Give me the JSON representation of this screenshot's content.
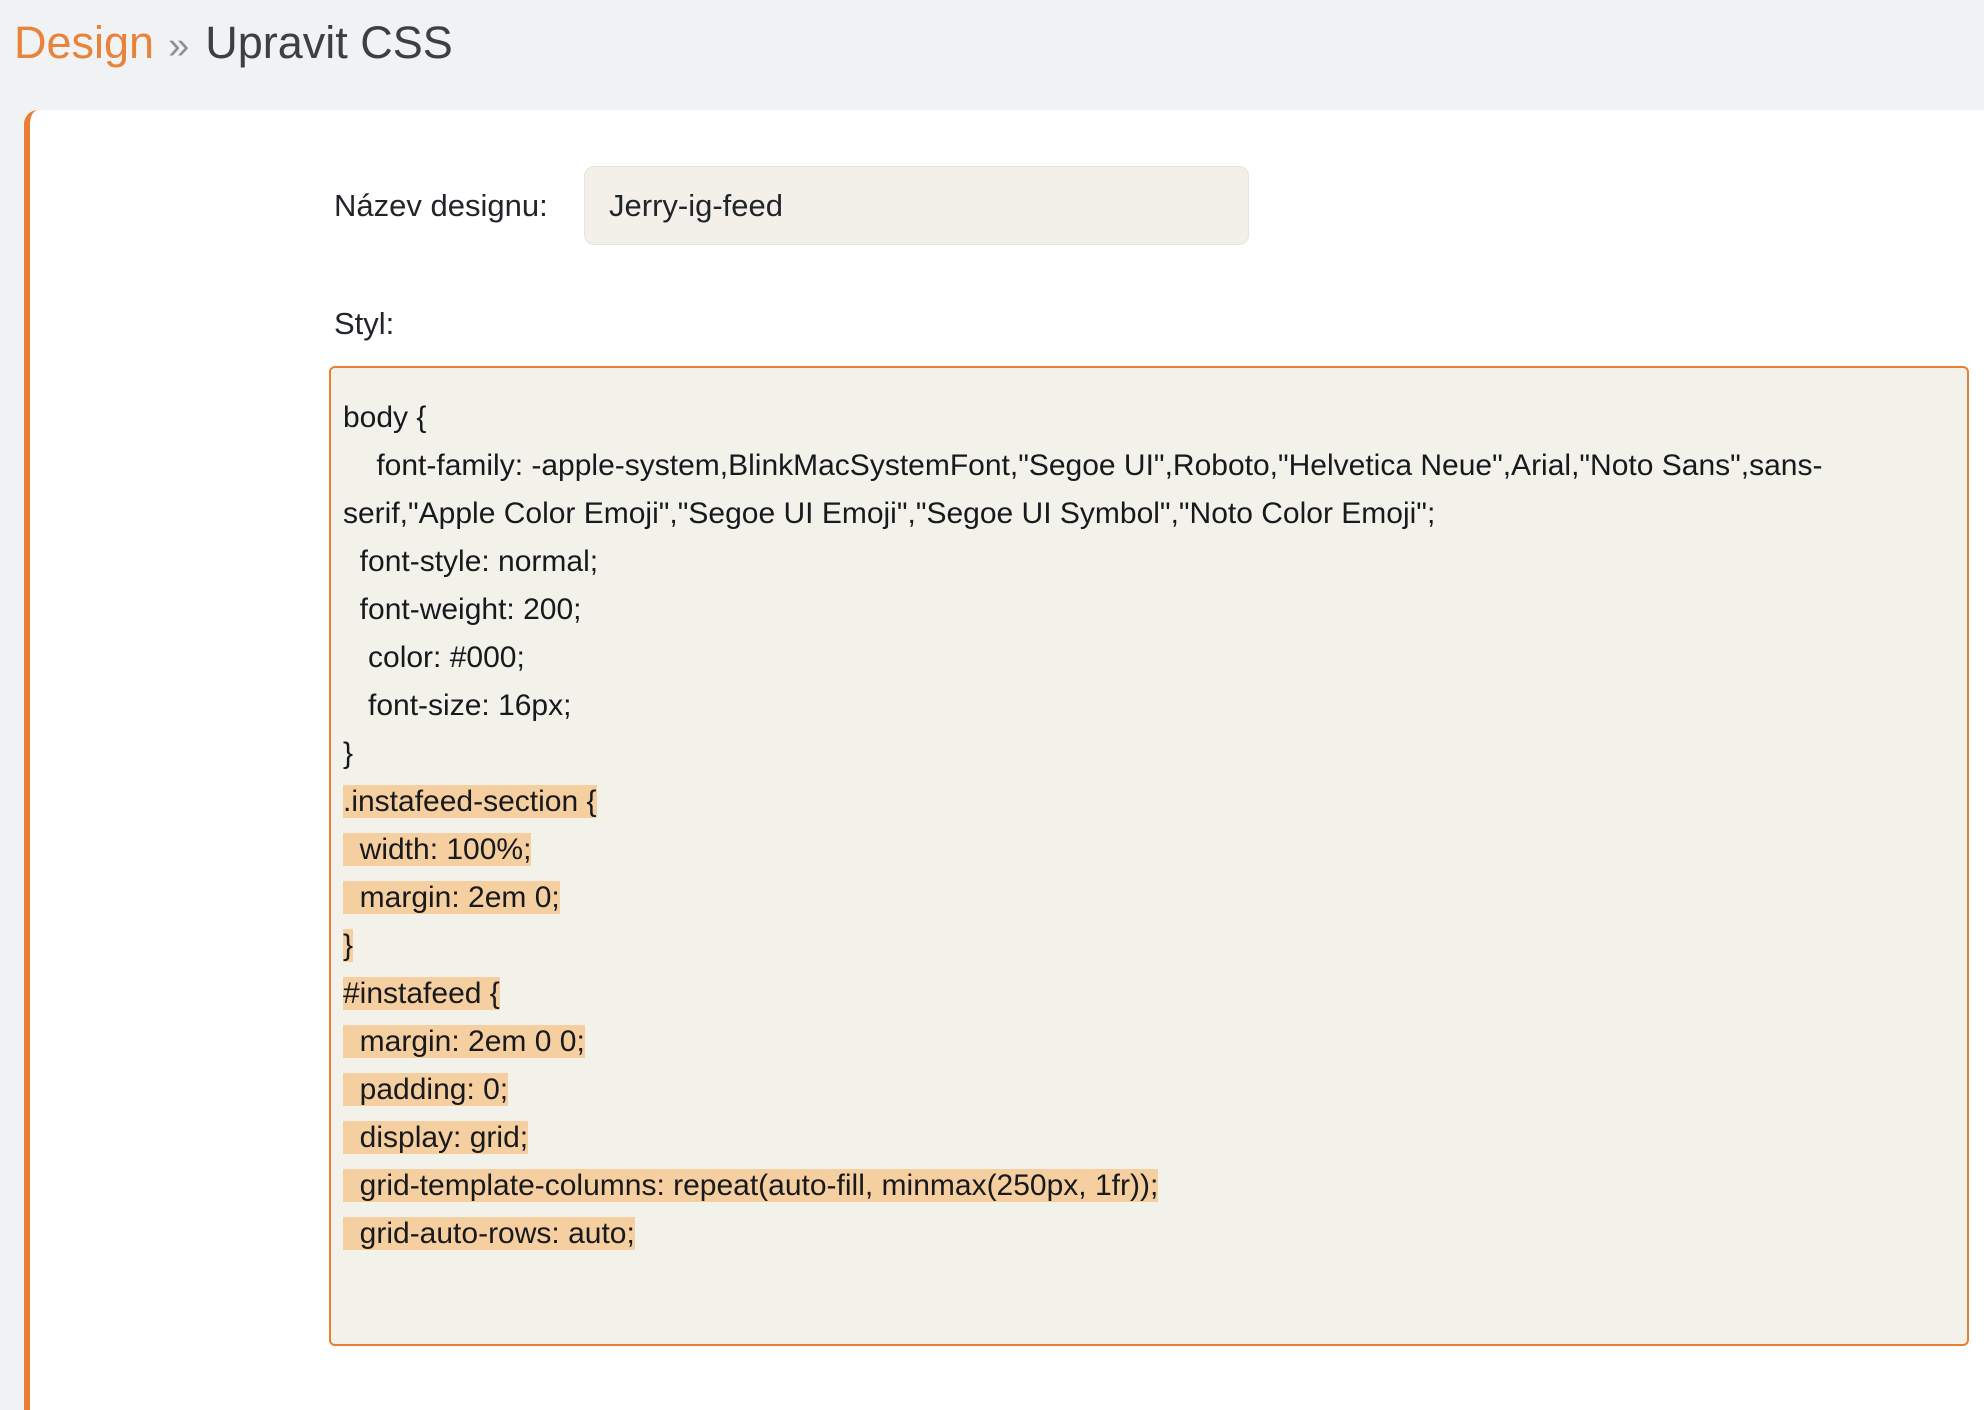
{
  "breadcrumb": {
    "design": "Design",
    "separator": "»",
    "title": "Upravit CSS"
  },
  "form": {
    "name_label": "Název designu:",
    "name_value": "Jerry-ig-feed",
    "style_label": "Styl:"
  },
  "editor": {
    "pre_selection": "body {\n    font-family: -apple-system,BlinkMacSystemFont,\"Segoe UI\",Roboto,\"Helvetica Neue\",Arial,\"Noto Sans\",sans-serif,\"Apple Color Emoji\",\"Segoe UI Emoji\",\"Segoe UI Symbol\",\"Noto Color Emoji\";\n  font-style: normal;\n  font-weight: 200;\n   color: #000;\n   font-size: 16px;\n}\n",
    "selection": ".instafeed-section {\n  width: 100%;\n  margin: 2em 0;\n}\n#instafeed {\n  margin: 2em 0 0;\n  padding: 0;\n  display: grid;\n  grid-template-columns: repeat(auto-fill, minmax(250px, 1fr));\n  grid-auto-rows: auto;\n"
  },
  "colors": {
    "accent_orange": "#e87f35",
    "breadcrumb_link": "#e8833c",
    "selection_highlight": "#f5cfa0",
    "editor_background": "#f2f1ea",
    "input_background": "#f2f0e9",
    "page_background": "#f1f2f3"
  }
}
